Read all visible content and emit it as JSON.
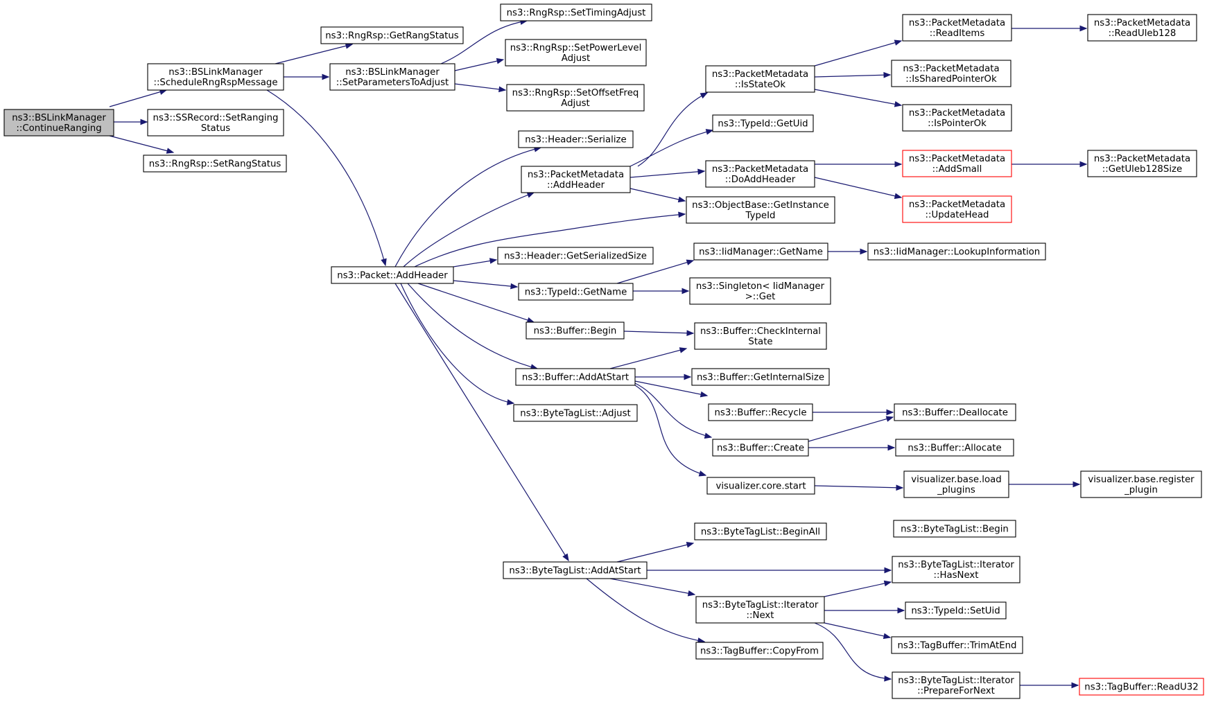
{
  "colors": {
    "edge": "#191970",
    "node_border": "#000000",
    "node_border_truncated": "#ff0000",
    "root_fill": "#bfbfbf",
    "background": "#ffffff"
  },
  "nodes": [
    {
      "id": "n0",
      "lines": [
        "ns3::BSLinkManager",
        "::ContinueRanging"
      ],
      "root": true
    },
    {
      "id": "n1",
      "lines": [
        "ns3::BSLinkManager",
        "::ScheduleRngRspMessage"
      ]
    },
    {
      "id": "n2",
      "lines": [
        "ns3::SSRecord::SetRanging",
        "Status"
      ]
    },
    {
      "id": "n3",
      "lines": [
        "ns3::RngRsp::SetRangStatus"
      ]
    },
    {
      "id": "n4",
      "lines": [
        "ns3::RngRsp::GetRangStatus"
      ]
    },
    {
      "id": "n5",
      "lines": [
        "ns3::BSLinkManager",
        "::SetParametersToAdjust"
      ]
    },
    {
      "id": "n6",
      "lines": [
        "ns3::Packet::AddHeader"
      ]
    },
    {
      "id": "n7",
      "lines": [
        "ns3::RngRsp::SetTimingAdjust"
      ]
    },
    {
      "id": "n8",
      "lines": [
        "ns3::RngRsp::SetPowerLevel",
        "Adjust"
      ]
    },
    {
      "id": "n9",
      "lines": [
        "ns3::RngRsp::SetOffsetFreq",
        "Adjust"
      ]
    },
    {
      "id": "n10",
      "lines": [
        "ns3::Header::Serialize"
      ]
    },
    {
      "id": "n11",
      "lines": [
        "ns3::PacketMetadata",
        "::AddHeader"
      ]
    },
    {
      "id": "n12",
      "lines": [
        "ns3::ObjectBase::GetInstance",
        "TypeId"
      ]
    },
    {
      "id": "n13",
      "lines": [
        "ns3::Header::GetSerializedSize"
      ]
    },
    {
      "id": "n14",
      "lines": [
        "ns3::TypeId::GetName"
      ]
    },
    {
      "id": "n15",
      "lines": [
        "ns3::Buffer::Begin"
      ]
    },
    {
      "id": "n16",
      "lines": [
        "ns3::Buffer::AddAtStart"
      ]
    },
    {
      "id": "n17",
      "lines": [
        "ns3::ByteTagList::Adjust"
      ]
    },
    {
      "id": "n18",
      "lines": [
        "ns3::ByteTagList::AddAtStart"
      ]
    },
    {
      "id": "n19",
      "lines": [
        "ns3::PacketMetadata",
        "::IsStateOk"
      ]
    },
    {
      "id": "n20",
      "lines": [
        "ns3::TypeId::GetUid"
      ]
    },
    {
      "id": "n21",
      "lines": [
        "ns3::PacketMetadata",
        "::DoAddHeader"
      ]
    },
    {
      "id": "n22",
      "lines": [
        "ns3::PacketMetadata",
        "::ReadItems"
      ]
    },
    {
      "id": "n23",
      "lines": [
        "ns3::PacketMetadata",
        "::IsSharedPointerOk"
      ]
    },
    {
      "id": "n24",
      "lines": [
        "ns3::PacketMetadata",
        "::IsPointerOk"
      ]
    },
    {
      "id": "n25",
      "lines": [
        "ns3::PacketMetadata",
        "::ReadUleb128"
      ]
    },
    {
      "id": "n26",
      "lines": [
        "ns3::PacketMetadata",
        "::AddSmall"
      ],
      "truncated": true
    },
    {
      "id": "n27",
      "lines": [
        "ns3::PacketMetadata",
        "::UpdateHead"
      ],
      "truncated": true
    },
    {
      "id": "n28",
      "lines": [
        "ns3::PacketMetadata",
        "::GetUleb128Size"
      ]
    },
    {
      "id": "n29",
      "lines": [
        "ns3::IidManager::GetName"
      ]
    },
    {
      "id": "n30",
      "lines": [
        "ns3::IidManager::LookupInformation"
      ]
    },
    {
      "id": "n31",
      "lines": [
        "ns3::Singleton< IidManager",
        ">::Get"
      ]
    },
    {
      "id": "n32",
      "lines": [
        "ns3::Buffer::CheckInternal",
        "State"
      ]
    },
    {
      "id": "n33",
      "lines": [
        "ns3::Buffer::GetInternalSize"
      ]
    },
    {
      "id": "n34",
      "lines": [
        "ns3::Buffer::Recycle"
      ]
    },
    {
      "id": "n35",
      "lines": [
        "ns3::Buffer::Create"
      ]
    },
    {
      "id": "n36",
      "lines": [
        "visualizer.core.start"
      ]
    },
    {
      "id": "n37",
      "lines": [
        "ns3::Buffer::Deallocate"
      ]
    },
    {
      "id": "n38",
      "lines": [
        "ns3::Buffer::Allocate"
      ]
    },
    {
      "id": "n39",
      "lines": [
        "visualizer.base.load",
        "_plugins"
      ]
    },
    {
      "id": "n40",
      "lines": [
        "visualizer.base.register",
        "_plugin"
      ]
    },
    {
      "id": "n41",
      "lines": [
        "ns3::ByteTagList::BeginAll"
      ]
    },
    {
      "id": "n42",
      "lines": [
        "ns3::ByteTagList::Begin"
      ]
    },
    {
      "id": "n43",
      "lines": [
        "ns3::ByteTagList::Iterator",
        "::HasNext"
      ]
    },
    {
      "id": "n44",
      "lines": [
        "ns3::ByteTagList::Iterator",
        "::Next"
      ]
    },
    {
      "id": "n45",
      "lines": [
        "ns3::TagBuffer::CopyFrom"
      ]
    },
    {
      "id": "n46",
      "lines": [
        "ns3::TypeId::SetUid"
      ]
    },
    {
      "id": "n47",
      "lines": [
        "ns3::TagBuffer::TrimAtEnd"
      ]
    },
    {
      "id": "n48",
      "lines": [
        "ns3::ByteTagList::Iterator",
        "::PrepareForNext"
      ]
    },
    {
      "id": "n49",
      "lines": [
        "ns3::TagBuffer::ReadU32"
      ],
      "truncated": true
    }
  ],
  "edges": [
    [
      "n0",
      "n1"
    ],
    [
      "n0",
      "n2"
    ],
    [
      "n0",
      "n3"
    ],
    [
      "n1",
      "n4"
    ],
    [
      "n1",
      "n5"
    ],
    [
      "n1",
      "n6"
    ],
    [
      "n5",
      "n7"
    ],
    [
      "n5",
      "n8"
    ],
    [
      "n5",
      "n9"
    ],
    [
      "n6",
      "n10"
    ],
    [
      "n6",
      "n11"
    ],
    [
      "n6",
      "n12"
    ],
    [
      "n6",
      "n13"
    ],
    [
      "n6",
      "n14"
    ],
    [
      "n6",
      "n15"
    ],
    [
      "n6",
      "n16"
    ],
    [
      "n6",
      "n17"
    ],
    [
      "n6",
      "n18"
    ],
    [
      "n11",
      "n19"
    ],
    [
      "n11",
      "n20"
    ],
    [
      "n11",
      "n21"
    ],
    [
      "n11",
      "n12"
    ],
    [
      "n19",
      "n22"
    ],
    [
      "n19",
      "n23"
    ],
    [
      "n19",
      "n24"
    ],
    [
      "n22",
      "n25"
    ],
    [
      "n21",
      "n26"
    ],
    [
      "n21",
      "n27"
    ],
    [
      "n26",
      "n28"
    ],
    [
      "n14",
      "n29"
    ],
    [
      "n14",
      "n31"
    ],
    [
      "n29",
      "n30"
    ],
    [
      "n15",
      "n32"
    ],
    [
      "n16",
      "n32"
    ],
    [
      "n16",
      "n33"
    ],
    [
      "n16",
      "n34"
    ],
    [
      "n16",
      "n35"
    ],
    [
      "n16",
      "n36"
    ],
    [
      "n34",
      "n37"
    ],
    [
      "n35",
      "n37"
    ],
    [
      "n35",
      "n38"
    ],
    [
      "n36",
      "n39"
    ],
    [
      "n39",
      "n40"
    ],
    [
      "n18",
      "n41"
    ],
    [
      "n18",
      "n43"
    ],
    [
      "n18",
      "n44"
    ],
    [
      "n18",
      "n45"
    ],
    [
      "n41",
      "n42"
    ],
    [
      "n44",
      "n43"
    ],
    [
      "n44",
      "n46"
    ],
    [
      "n44",
      "n47"
    ],
    [
      "n44",
      "n48"
    ],
    [
      "n48",
      "n49"
    ]
  ]
}
